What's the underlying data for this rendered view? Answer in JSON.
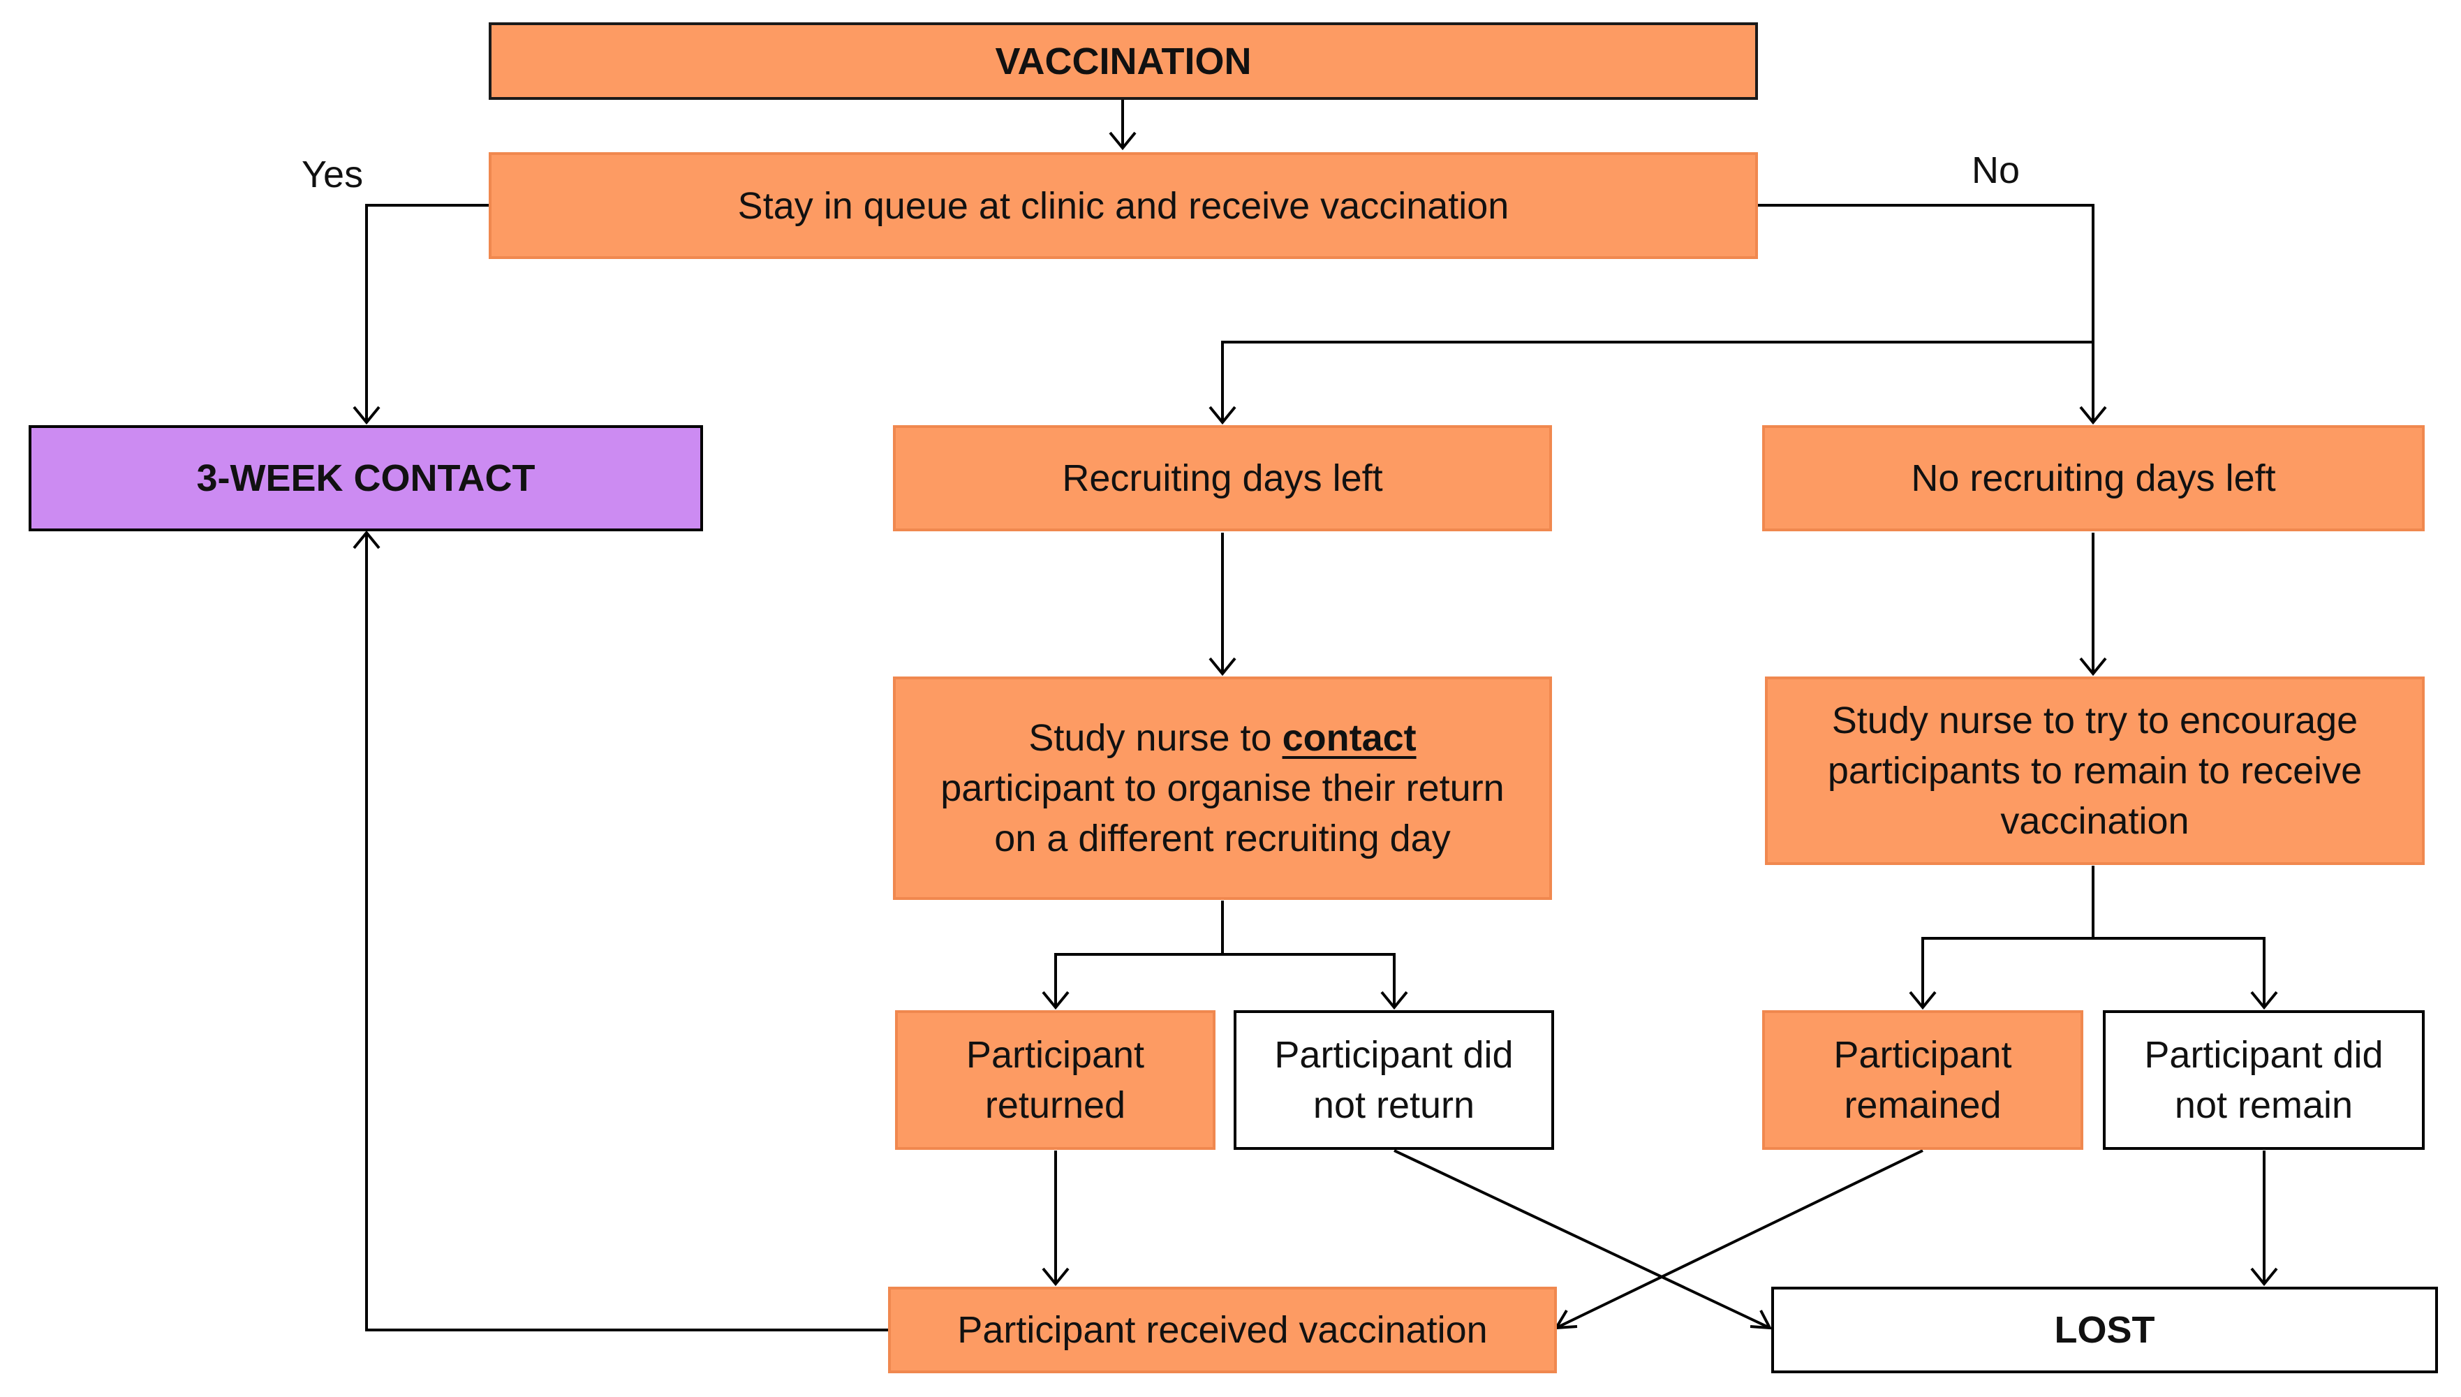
{
  "nodes": {
    "vaccination": "VACCINATION",
    "stay_in_queue": "Stay in queue at clinic and receive vaccination",
    "three_week_contact": "3-WEEK CONTACT",
    "recruiting_days_left": "Recruiting days left",
    "no_recruiting_days_left": "No recruiting days left",
    "nurse_contact": {
      "before": "Study nurse to ",
      "emphasis": "contact",
      "after": " participant to organise their return on a different recruiting day"
    },
    "nurse_encourage": "Study nurse to try to encourage participants to remain to receive vaccination",
    "participant_returned": "Participant returned",
    "participant_did_not_return": "Participant did not return",
    "participant_remained": "Participant remained",
    "participant_did_not_remain": "Participant did not remain",
    "participant_received_vaccination": "Participant received vaccination",
    "lost": "LOST"
  },
  "branch_labels": {
    "yes": "Yes",
    "no": "No"
  },
  "colors": {
    "process_fill": "#fd9b63",
    "process_border": "#f0884f",
    "outcome_fill": "#cc8bf2",
    "terminal_fill": "#ffffff",
    "line": "#000000"
  }
}
